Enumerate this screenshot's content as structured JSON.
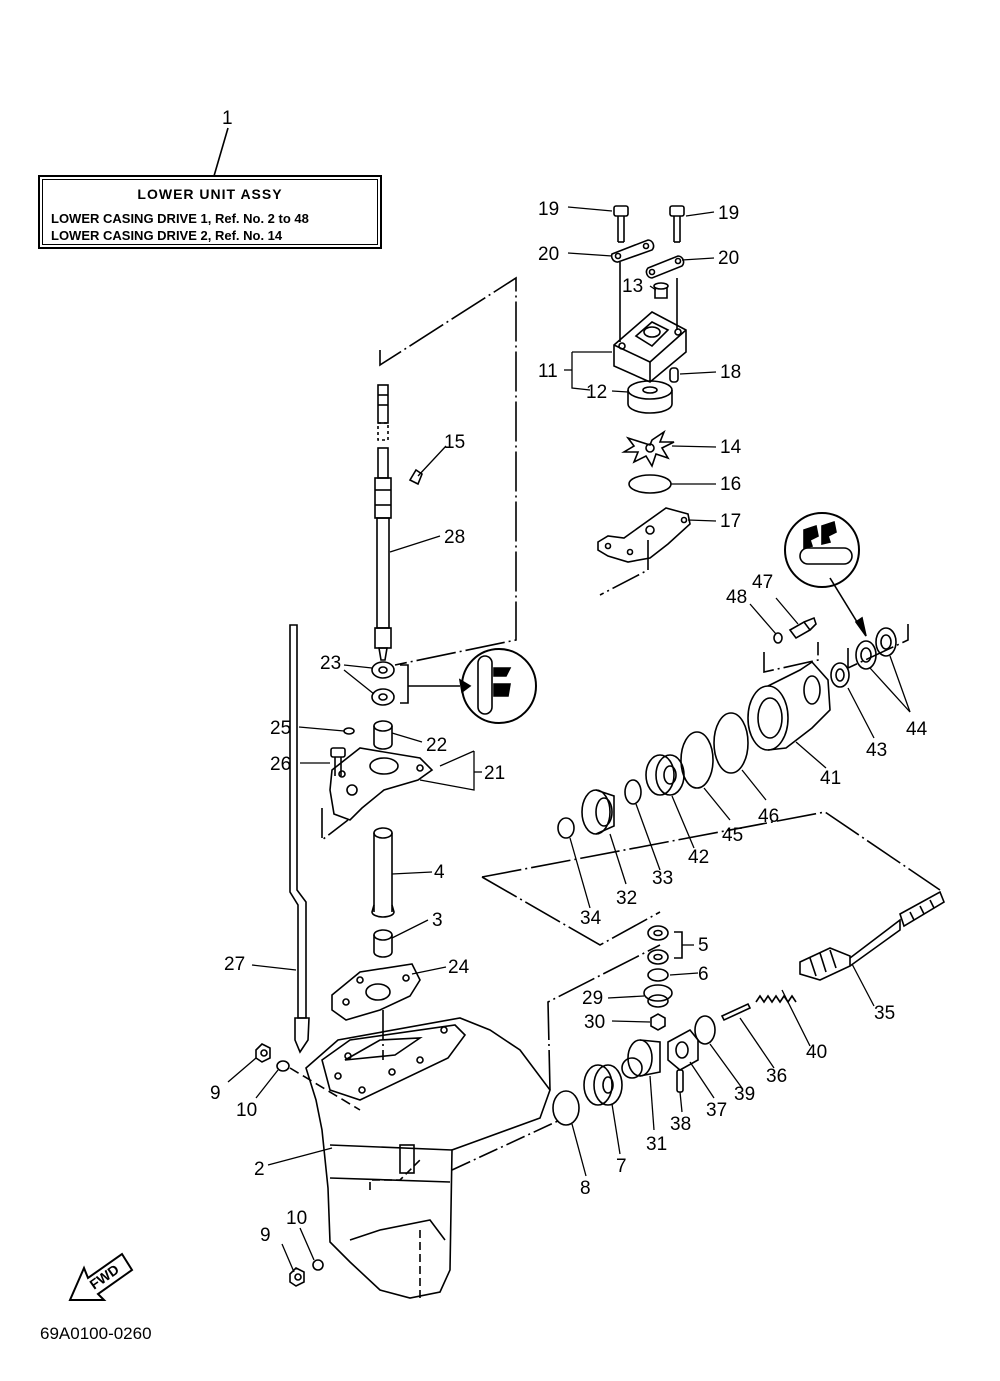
{
  "title_box": {
    "title": "LOWER UNIT ASSY",
    "lines": [
      "LOWER CASING DRIVE 1, Ref. No. 2 to 48",
      "LOWER CASING DRIVE 2, Ref. No. 14"
    ]
  },
  "callouts": {
    "c1": "1",
    "c2": "2",
    "c3": "3",
    "c4": "4",
    "c5": "5",
    "c6": "6",
    "c7": "7",
    "c8": "8",
    "c9a": "9",
    "c9b": "9",
    "c10a": "10",
    "c10b": "10",
    "c11": "11",
    "c12": "12",
    "c13": "13",
    "c14": "14",
    "c15": "15",
    "c16": "16",
    "c17": "17",
    "c18": "18",
    "c19a": "19",
    "c19b": "19",
    "c20a": "20",
    "c20b": "20",
    "c21": "21",
    "c22": "22",
    "c23": "23",
    "c24": "24",
    "c25": "25",
    "c26": "26",
    "c27": "27",
    "c28": "28",
    "c29": "29",
    "c30": "30",
    "c31": "31",
    "c32": "32",
    "c33": "33",
    "c34": "34",
    "c35": "35",
    "c36": "36",
    "c37": "37",
    "c38": "38",
    "c39": "39",
    "c40": "40",
    "c41": "41",
    "c42": "42",
    "c43": "43",
    "c44": "44",
    "c45": "45",
    "c46": "46",
    "c47": "47",
    "c48": "48"
  },
  "fwd_arrow": "FWD",
  "reference_code": "69A0100-0260"
}
